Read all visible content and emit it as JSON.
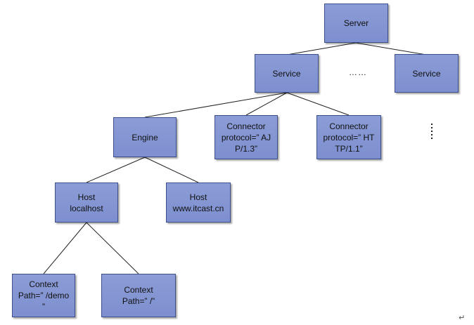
{
  "nodes": {
    "server": "Server",
    "service_main": "Service",
    "service_second": "Service",
    "engine": "Engine",
    "connector_ajp": "Connector\nprotocol=” AJ\nP/1.3”",
    "connector_http": "Connector\nprotocol=” HT\nTP/1.1”",
    "host_localhost": "Host\nlocalhost",
    "host_itcast": "Host\nwww.itcast.cn",
    "context_demo": "Context\nPath=” /demo\n”",
    "context_root": "Context\nPath=” /”"
  },
  "service_ellipsis": "……",
  "return_mark": "↵"
}
